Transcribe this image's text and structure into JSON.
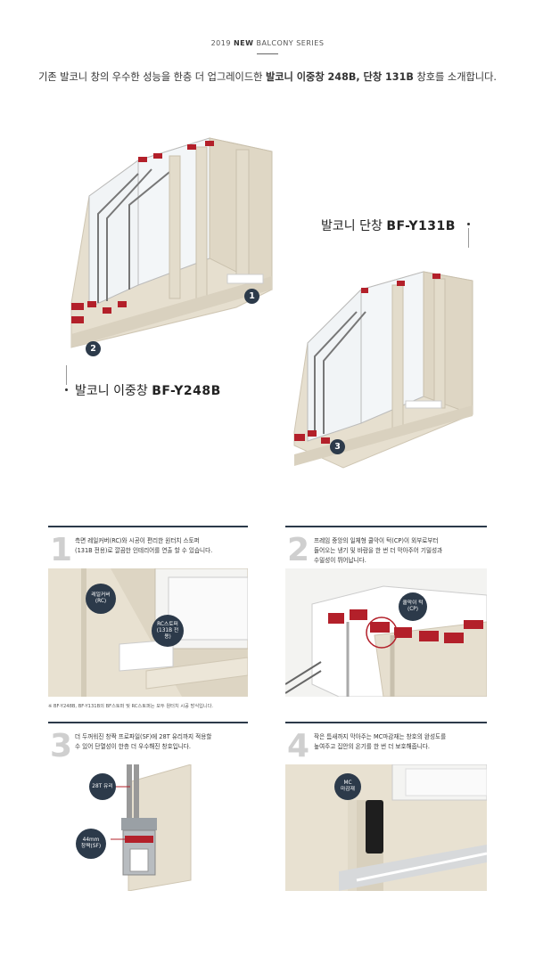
{
  "header": {
    "series_prefix": "2019 ",
    "series_bold": "NEW",
    "series_suffix": " BALCONY SERIES",
    "intro_prefix": "기존 발코니 창의 우수한 성능을 한층 더 업그레이드한 ",
    "intro_bold": "발코니 이중창 248B, 단창 131B",
    "intro_suffix": " 창호를 소개합니다."
  },
  "products": {
    "double": {
      "label": "발코니 이중창",
      "model": "BF-Y248B"
    },
    "single": {
      "label": "발코니 단창",
      "model": "BF-Y131B"
    }
  },
  "badges": [
    "1",
    "2",
    "3"
  ],
  "features": [
    {
      "num": "1",
      "lines": [
        "측면 레일커버(RC)와 시공이 편리한 원터치 스토퍼",
        "(131B 전용)로 깔끔한 인테리어를 연출 할 수 있습니다."
      ],
      "callouts": [
        [
          "레일커버",
          "(RC)"
        ],
        [
          "RC스토퍼",
          "(131B 전용)"
        ]
      ],
      "note": "※ BF-Y248B, BF-Y131B의 BF스토퍼 및 RC스토퍼는 모두 원터치 시공 방식입니다."
    },
    {
      "num": "2",
      "lines": [
        "프레임 중앙의 일체형 쿨막이 턱(CP)이 외부로부터",
        "들어오는 냉기 및 바람을 한 번 더 막아주어 기밀성과",
        "수밀성이 뛰어납니다."
      ],
      "callouts": [
        [
          "쿨막이 턱",
          "(CP)"
        ]
      ]
    },
    {
      "num": "3",
      "lines": [
        "더 두꺼워진 창짝 프로파일(SF)에 28T 유리까지 적용할",
        "수 있어 단열성이 한층 더 우수해진 창호입니다."
      ],
      "callouts": [
        [
          "28T 유리"
        ],
        [
          "44mm",
          "창짝(SF)"
        ]
      ]
    },
    {
      "num": "4",
      "lines": [
        "작은 틈새까지 막아주는 MC마감재는 창호의 완성도를",
        "높여주고 집안의 온기를 한 번 더 보호해줍니다."
      ],
      "callouts": [
        [
          "MC",
          "마감재"
        ]
      ]
    }
  ],
  "colors": {
    "accent": "#2c3a4a",
    "wood": "#e6dfcf",
    "seal_red": "#b3202a",
    "number_gray": "#cfcfcf"
  }
}
